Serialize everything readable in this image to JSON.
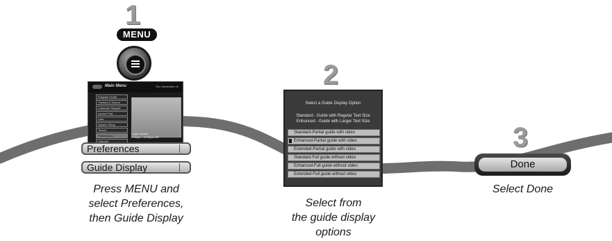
{
  "steps": [
    {
      "number": "1",
      "caption": "Press MENU and\nselect Preferences,\nthen Guide Display"
    },
    {
      "number": "2",
      "caption": "Select from\nthe guide display\noptions"
    },
    {
      "number": "3",
      "caption": "Select Done"
    }
  ],
  "remote": {
    "menu_label": "MENU",
    "menu_button_icon": "menu-lines-icon"
  },
  "tv_screen": {
    "title": "Main Menu",
    "date": "Thu, November 10",
    "items": [
      "Program Guide",
      "Themes & Search",
      "Customer Support",
      "Launch Pad",
      "Lists",
      "System Setup",
      "Timers",
      "Preferences",
      "Channel"
    ],
    "selected_index": 7,
    "picture_caption": "Logan Becker\n7:00pm – 11:00pm NR"
  },
  "buttons": {
    "preferences": "Preferences",
    "guide_display": "Guide Display",
    "done": "Done"
  },
  "options_panel": {
    "title": "Select a Guide Display Option",
    "notes": [
      "Standard - Guide with Regular Text Size",
      "Enhanced - Guide with Larger Text Size"
    ],
    "options": [
      "Standard-Partial guide with video",
      "Enhanced-Partial guide with video",
      "Extended-Partial guide with video",
      "Standard-Full guide without video",
      "Enhanced-Full guide without video",
      "Extended-Full guide without video"
    ],
    "checked_index": 1
  },
  "colors": {
    "wave": "#6e6e6e",
    "step_number": "#9a9a9a"
  }
}
